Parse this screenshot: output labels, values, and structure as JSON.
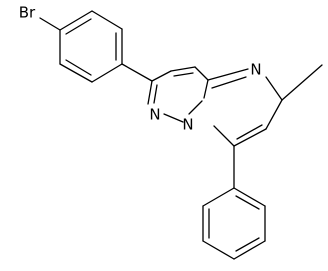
{
  "molecule": {
    "atom_labels": {
      "bromine": "Br",
      "pyrimidine_nitrogen": "N",
      "pyrazole_nitrogen_n1": "N",
      "bridgehead_nitrogen": "N"
    },
    "colors": {
      "bond": "#000000",
      "label": "#000000",
      "background": "#ffffff"
    }
  }
}
